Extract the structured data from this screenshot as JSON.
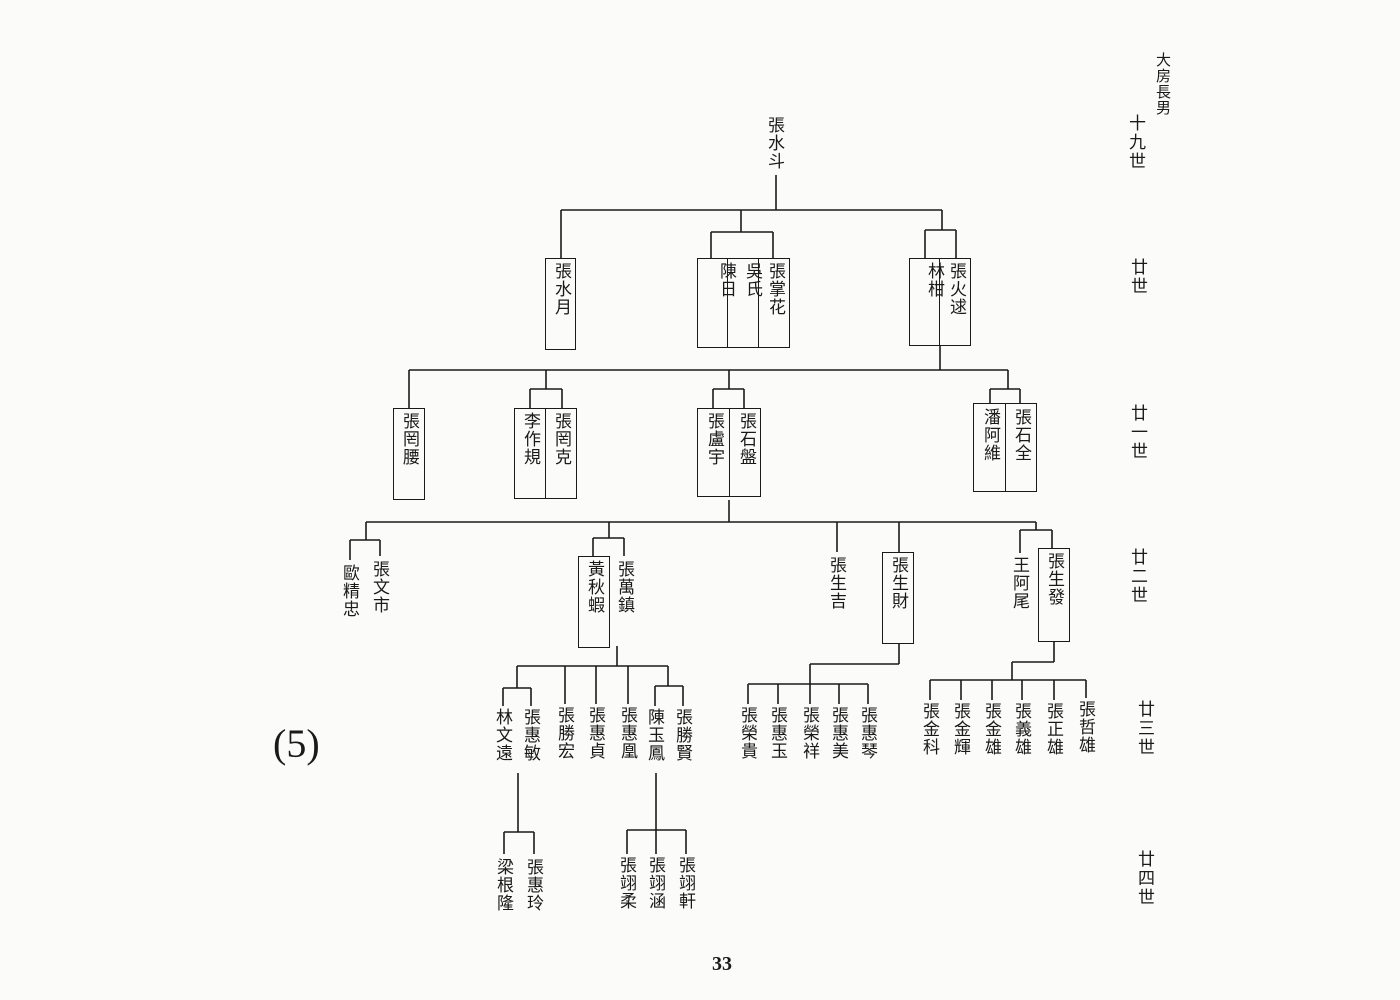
{
  "header": {
    "branch_title": "大房長男",
    "chart_number": "(5)",
    "page_number": "33"
  },
  "generations": [
    "十九世",
    "廿世",
    "廿一世",
    "廿二世",
    "廿三世",
    "廿四世"
  ],
  "gen19": {
    "patriarch": "張水斗"
  },
  "gen20": {
    "sons": [
      "張水月",
      "張掌花",
      "張火逑"
    ],
    "spouses": [
      "吳氏",
      "陳日",
      "林柑"
    ]
  },
  "gen21": {
    "sons": [
      "張罔腰",
      "張罔克",
      "張石盤",
      "張石全"
    ],
    "spouses": [
      "李作規",
      "張盧宇",
      "潘阿維"
    ]
  },
  "gen22": {
    "sons": [
      "張文市",
      "張萬鎮",
      "張生吉",
      "張生財",
      "張生發"
    ],
    "spouses": [
      "歐精忠",
      "黃秋蝦",
      "王阿尾"
    ]
  },
  "gen23": {
    "group_a": [
      "張惠敏",
      "張勝宏",
      "張惠貞",
      "張惠凰",
      "張勝賢"
    ],
    "group_a_spouses": [
      "林文遠",
      "陳玉鳳"
    ],
    "group_b": [
      "張榮貴",
      "張惠玉",
      "張榮祥",
      "張惠美",
      "張惠琴"
    ],
    "group_c": [
      "張金科",
      "張金輝",
      "張金雄",
      "張義雄",
      "張正雄",
      "張哲雄"
    ]
  },
  "gen24": {
    "group_a": [
      "張惠玲"
    ],
    "group_a_spouses": [
      "梁根隆"
    ],
    "group_b": [
      "張翊柔",
      "張翊涵",
      "張翊軒"
    ]
  }
}
